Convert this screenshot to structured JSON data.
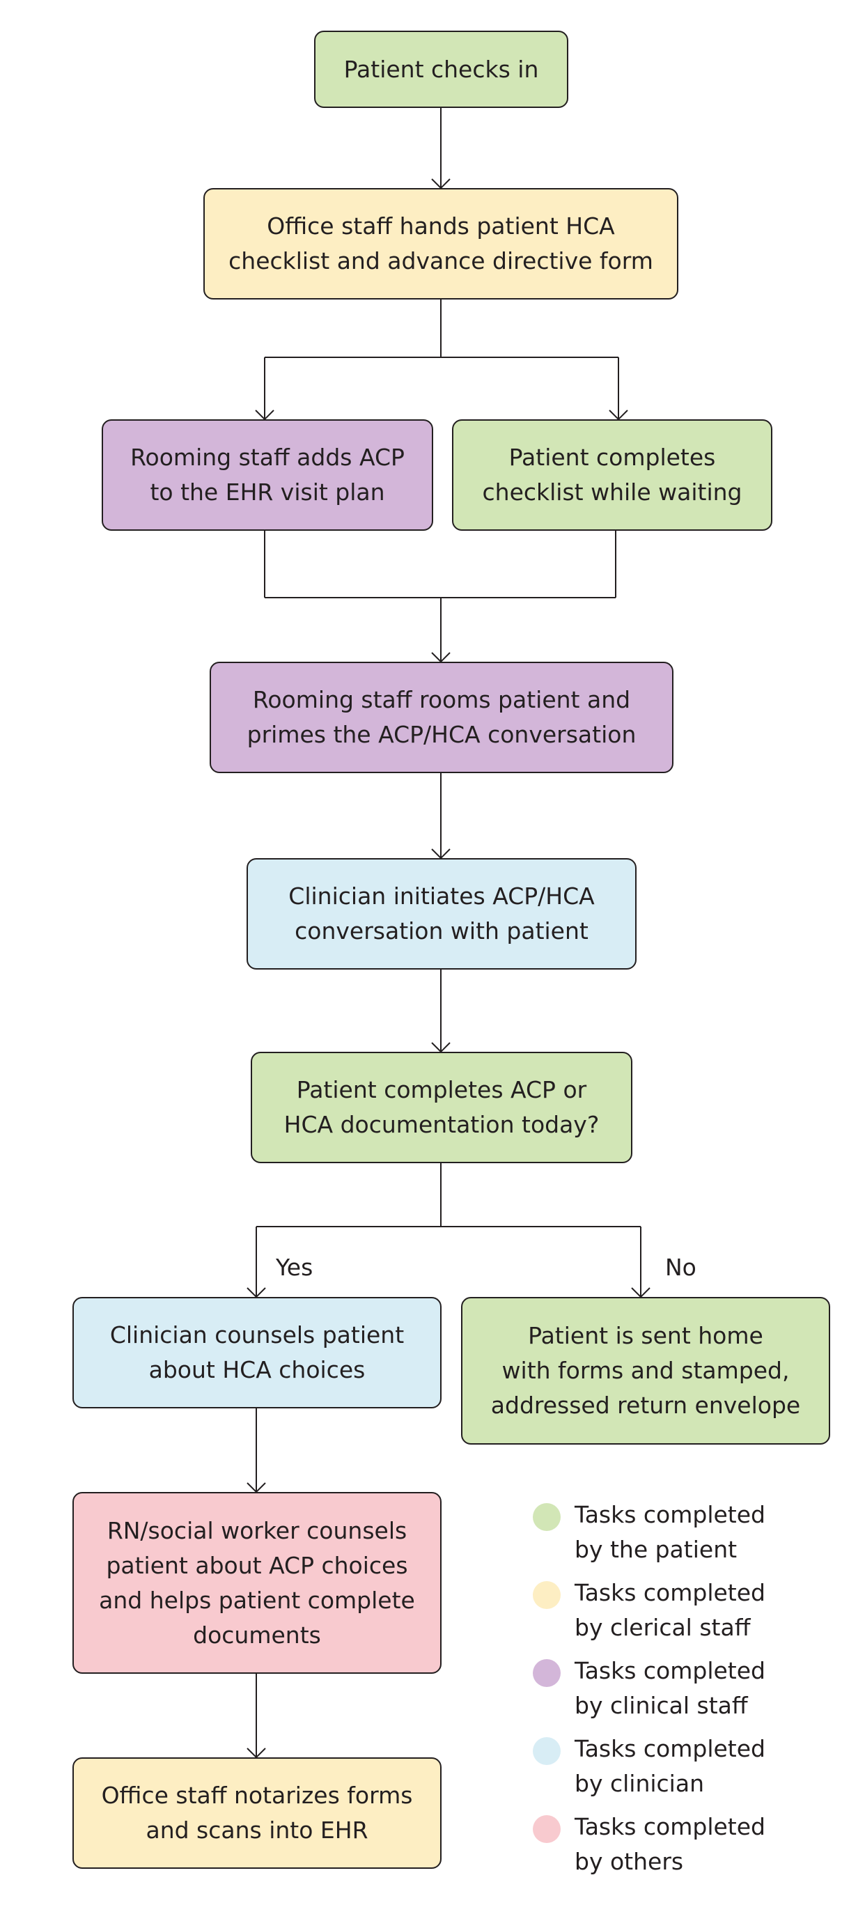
{
  "colors": {
    "patient": "#d2e6b6",
    "clerical": "#fdeec3",
    "clinical_staff": "#d3b6d9",
    "clinician": "#d8edf5",
    "others": "#f8cacf",
    "line": "#231f20"
  },
  "nodes": {
    "check_in": "Patient checks in",
    "hands_checklist": "Office staff hands patient HCA\nchecklist and advance directive form",
    "rooming_adds_acp": "Rooming staff adds ACP\nto the EHR visit plan",
    "patient_completes_checklist": "Patient completes\nchecklist while waiting",
    "rooming_primes": "Rooming staff rooms patient and\nprimes the ACP/HCA conversation",
    "clinician_initiates": "Clinician initiates ACP/HCA\nconversation with patient",
    "decision": "Patient completes ACP or\nHCA documentation today?",
    "clinician_counsels": "Clinician counsels patient\nabout HCA choices",
    "sent_home": "Patient is sent home\nwith forms and stamped,\naddressed return envelope",
    "rn_counsels": "RN/social worker counsels\npatient about ACP choices\nand helps patient complete\ndocuments",
    "notarizes": "Office staff notarizes forms\nand scans into EHR"
  },
  "branch_labels": {
    "yes": "Yes",
    "no": "No"
  },
  "legend": [
    {
      "color": "#d2e6b6",
      "text": "Tasks completed\nby the patient"
    },
    {
      "color": "#fdeec3",
      "text": "Tasks completed\nby clerical staff"
    },
    {
      "color": "#d3b6d9",
      "text": "Tasks completed\nby clinical staff"
    },
    {
      "color": "#d8edf5",
      "text": "Tasks completed\nby clinician"
    },
    {
      "color": "#f8cacf",
      "text": "Tasks completed\nby others"
    }
  ]
}
